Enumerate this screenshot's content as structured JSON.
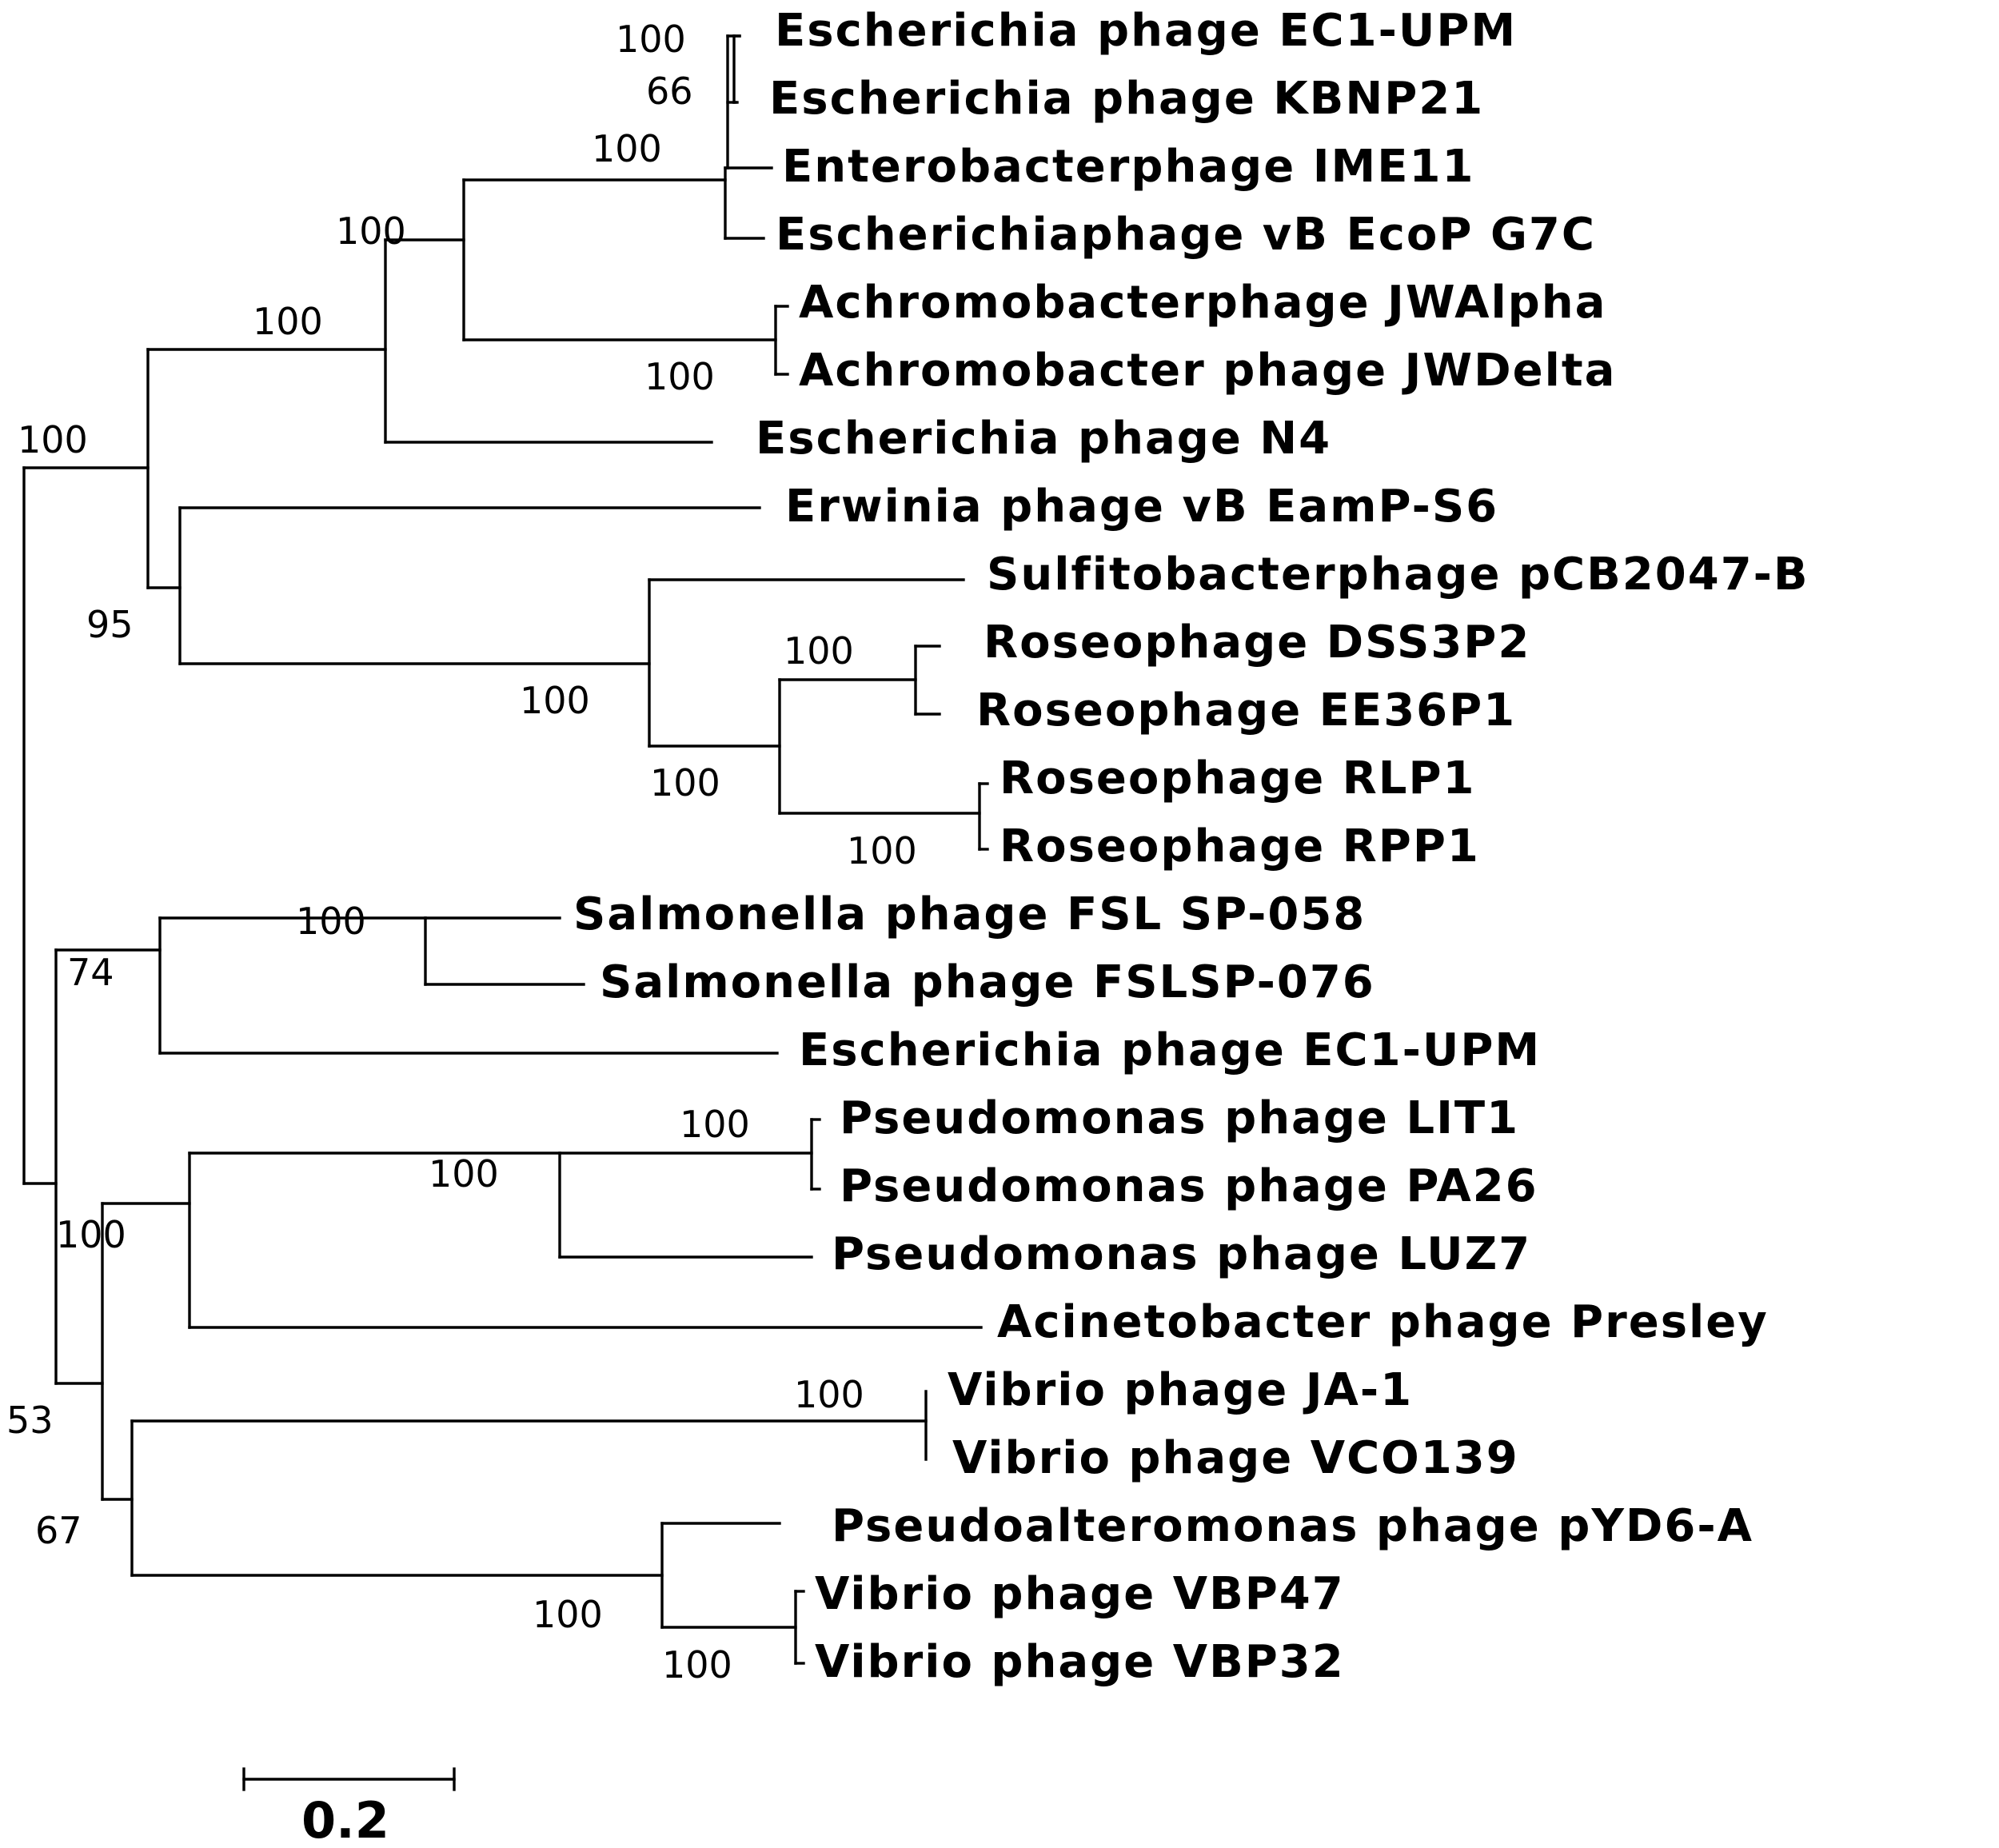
{
  "taxa": [
    "Escherichia phage EC1-UPM",
    "Escherichia phage KBNP21",
    "Enterobacterphage IME11",
    "Escherichiaphage vB EcoP G7C",
    "Achromobacterphage JWAlpha",
    "Achromobacter phage JWDelta",
    "Escherichia phage N4",
    "Erwinia phage vB EamP-S6",
    "Sulfitobacterphage pCB2047-B",
    "Roseophage DSS3P2",
    "Roseophage EE36P1",
    "Roseophage RLP1",
    "Roseophage RPP1",
    "Salmonella phage FSL SP-058",
    "Salmonella phage FSLSP-076",
    "Escherichia phage EC1-UPM",
    "Pseudomonas phage LIT1",
    "Pseudomonas phage PA26",
    "Pseudomonas phage LUZ7",
    "Acinetobacter phage Presley",
    "Vibrio phage JA-1",
    "Vibrio phage VCO139",
    "Pseudoalteromonas phage pYD6-A",
    "Vibrio phage VBP47",
    "Vibrio phage VBP32"
  ],
  "support_values": [
    "100",
    "66",
    "100",
    "100",
    "100",
    "100",
    "100",
    "95",
    "100",
    "100",
    "100",
    "100",
    "100",
    "74",
    "100",
    "100",
    "100",
    "100",
    "53",
    "67",
    "100",
    "100",
    "100"
  ],
  "scale_bar": {
    "label": "0.2"
  }
}
